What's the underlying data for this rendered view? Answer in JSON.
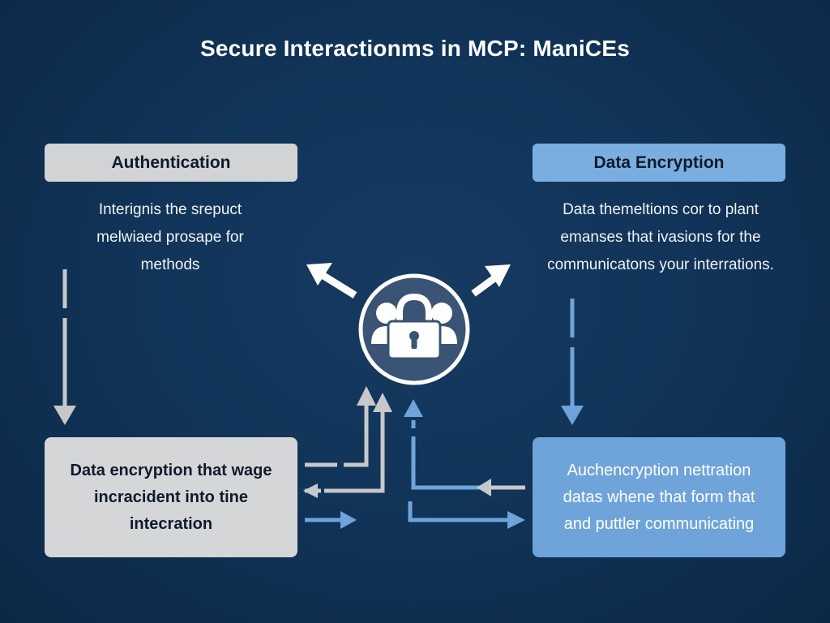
{
  "title": "Secure Interactionms in MCP: ManiCEs",
  "authentication": {
    "label": "Authentication",
    "description": [
      "Interignis the srepuct",
      "melwiaed prosape for",
      "methods"
    ]
  },
  "data_encryption": {
    "label": "Data Encryption",
    "description": [
      "Data themeltions cor to plant",
      "emanses that ivasions for the",
      "communicatons your interrations."
    ]
  },
  "bottom_left": {
    "lines": [
      "Data encryption that wage",
      "incracident into tine",
      "intecration"
    ]
  },
  "bottom_right": {
    "lines": [
      "Auchencryption nettration",
      "datas whene that form that",
      "and puttler communicating"
    ]
  },
  "center_icon": "users-lock-icon",
  "colors": {
    "background": "#113459",
    "gray_box": "#d2d3d5",
    "blue_box": "#7aaee0",
    "arrow_gray": "#c7c8ca",
    "arrow_blue": "#6ea4da",
    "circle_fill": "#3b5475"
  }
}
